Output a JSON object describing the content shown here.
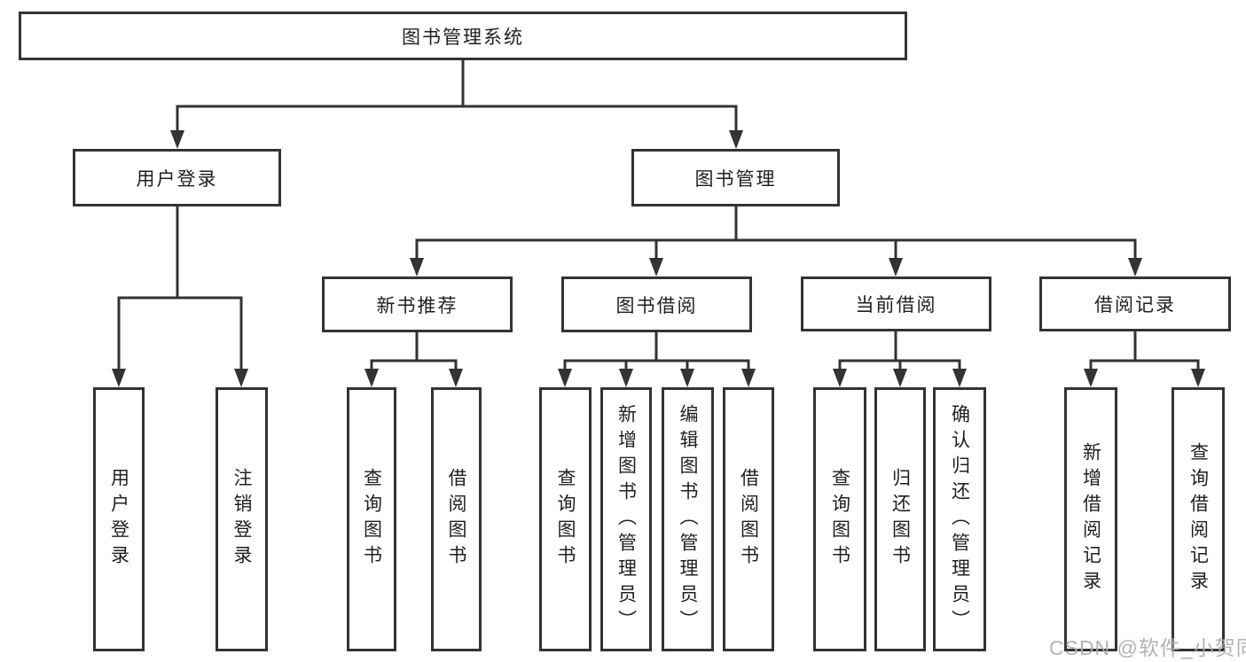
{
  "tree": {
    "label": "图书管理系统",
    "children": [
      {
        "label": "用户登录",
        "children": [
          {
            "label": "用户登录"
          },
          {
            "label": "注销登录"
          }
        ]
      },
      {
        "label": "图书管理",
        "children": [
          {
            "label": "新书推荐",
            "children": [
              {
                "label": "查询图书"
              },
              {
                "label": "借阅图书"
              }
            ]
          },
          {
            "label": "图书借阅",
            "children": [
              {
                "label": "查询图书"
              },
              {
                "label": "新增图书（管理员）"
              },
              {
                "label": "编辑图书（管理员）"
              },
              {
                "label": "借阅图书"
              }
            ]
          },
          {
            "label": "当前借阅",
            "children": [
              {
                "label": "查询图书"
              },
              {
                "label": "归还图书"
              },
              {
                "label": "确认归还（管理员）"
              }
            ]
          },
          {
            "label": "借阅记录",
            "children": [
              {
                "label": "新增借阅记录"
              },
              {
                "label": "查询借阅记录"
              }
            ]
          }
        ]
      }
    ]
  },
  "watermark": {
    "text": "CSDN @软件_小贺同学"
  },
  "colors": {
    "line": "#333333",
    "box_border": "#333333",
    "box_fill": "#ffffff",
    "text": "#1f1f1f",
    "watermark": "#acacac"
  }
}
